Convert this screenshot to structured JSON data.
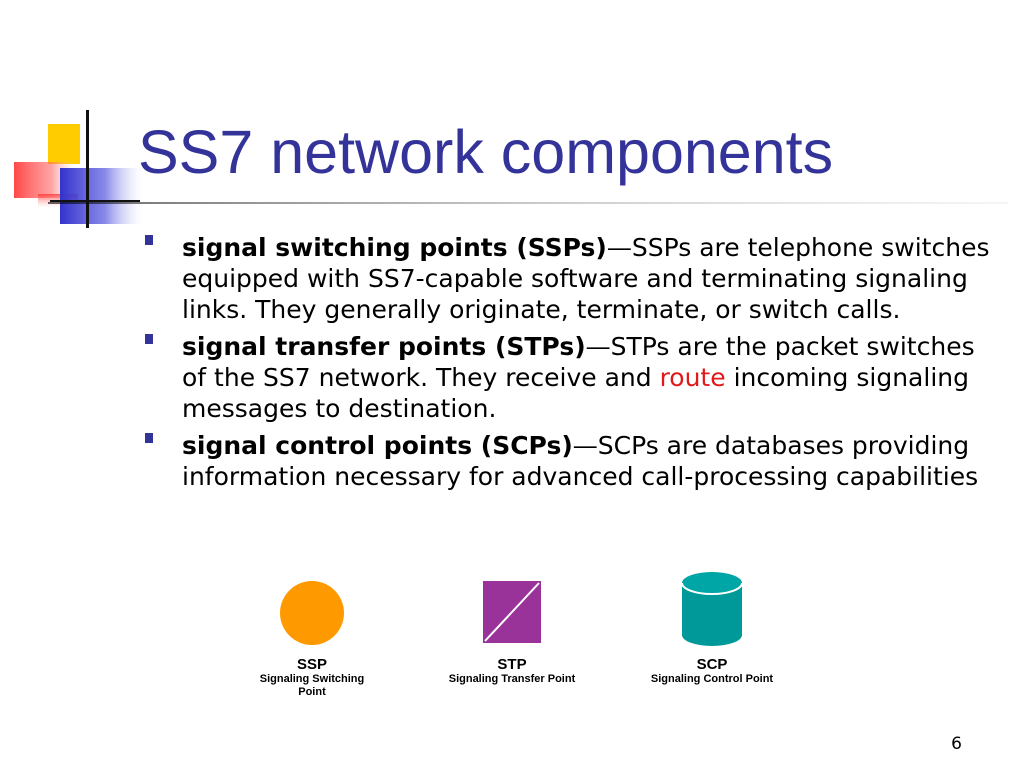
{
  "slide": {
    "title": "SS7 network components",
    "page_number": "6"
  },
  "bullets": [
    {
      "term": "signal switching points (SSPs)",
      "dash": "—",
      "text": "SSPs are telephone switches equipped with SS7-capable software and terminating signaling links. They generally originate, terminate, or switch calls.",
      "text_after": ""
    },
    {
      "term": "signal transfer points (STPs)",
      "dash": "—",
      "text": "STPs are the packet switches of the SS7 network. They receive and ",
      "highlight": "route",
      "text_after": " incoming signaling messages to destination."
    },
    {
      "term": "signal control points (SCPs)",
      "dash": "—",
      "text": "SCPs are databases providing information necessary for advanced call-processing capabilities",
      "text_after": ""
    }
  ],
  "figures": [
    {
      "abbr": "SSP",
      "name": "Signaling Switching Point",
      "icon": "orange-circle-icon",
      "color": "#ff9900"
    },
    {
      "abbr": "STP",
      "name": "Signaling Transfer Point",
      "icon": "purple-square-icon",
      "color": "#993399"
    },
    {
      "abbr": "SCP",
      "name": "Signaling Control Point",
      "icon": "teal-cylinder-icon",
      "color": "#009999"
    }
  ],
  "colors": {
    "title": "#333399",
    "bullet_marker": "#333399",
    "highlight": "#e01a1a",
    "deco_yellow": "#ffcc00",
    "deco_red": "#ff3333",
    "deco_blue": "#3333cc"
  }
}
